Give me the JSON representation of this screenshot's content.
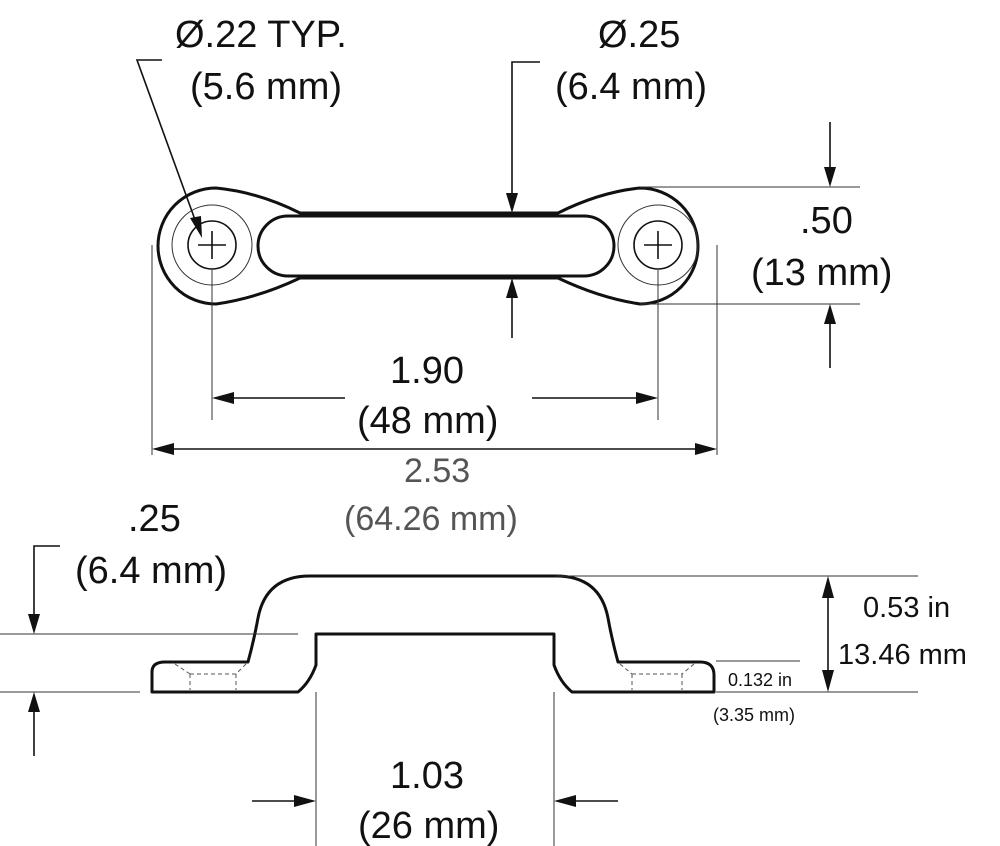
{
  "top_view": {
    "hole_dia": {
      "in": "Ø.22 TYP.",
      "mm": "(5.6 mm)"
    },
    "slot_width": {
      "in": "Ø.25",
      "mm": "(6.4 mm)"
    },
    "height": {
      "in": ".50",
      "mm": "(13 mm)"
    },
    "hole_spacing": {
      "in": "1.90",
      "mm": "(48 mm)"
    },
    "overall_length": {
      "in": "2.53",
      "mm": "(64.26 mm)"
    }
  },
  "side_view": {
    "bridge_thickness": {
      "in": ".25",
      "mm": "(6.4 mm)"
    },
    "overall_height": {
      "in": "0.53 in",
      "mm": "13.46 mm"
    },
    "base_thickness": {
      "in": "0.132 in",
      "mm": "(3.35 mm)"
    },
    "inner_span": {
      "in": "1.03",
      "mm": "(26 mm)"
    }
  },
  "colors": {
    "ink": "#111111",
    "secondary_text": "#555555",
    "background": "#ffffff"
  }
}
